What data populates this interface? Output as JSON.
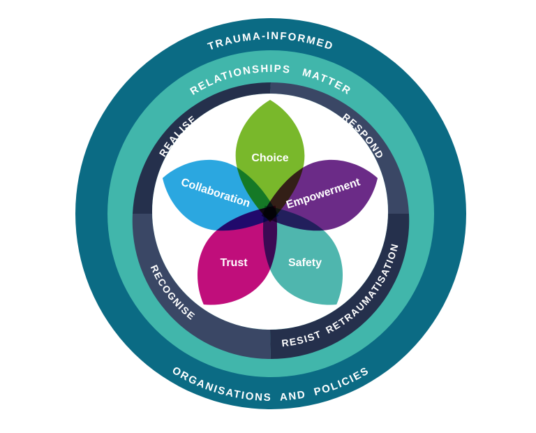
{
  "wheel": {
    "outer_ring": {
      "color": "#0b6b84",
      "top_label": "TRAUMA-INFORMED",
      "bottom_label": "ORGANISATIONS AND POLICIES"
    },
    "middle_ring": {
      "color": "#41b6ab",
      "top_label": "RELATIONSHIPS MATTER"
    },
    "inner_ring": {
      "dark_color": "#25304c",
      "light_color": "#3a4765",
      "labels": {
        "realise": "REALISE",
        "respond": "RESPOND",
        "recognise": "RECOGNISE",
        "resist": "RESIST RETRAUMATISATION"
      }
    },
    "inner_circle_color": "#ffffff",
    "text_color": "#ffffff",
    "petals": [
      {
        "label": "Choice",
        "color": "#79b82b"
      },
      {
        "label": "Empowerment",
        "color": "#6b2b87"
      },
      {
        "label": "Safety",
        "color": "#4fb6ae"
      },
      {
        "label": "Trust",
        "color": "#c00e7b"
      },
      {
        "label": "Collaboration",
        "color": "#2ba7e0"
      }
    ]
  }
}
